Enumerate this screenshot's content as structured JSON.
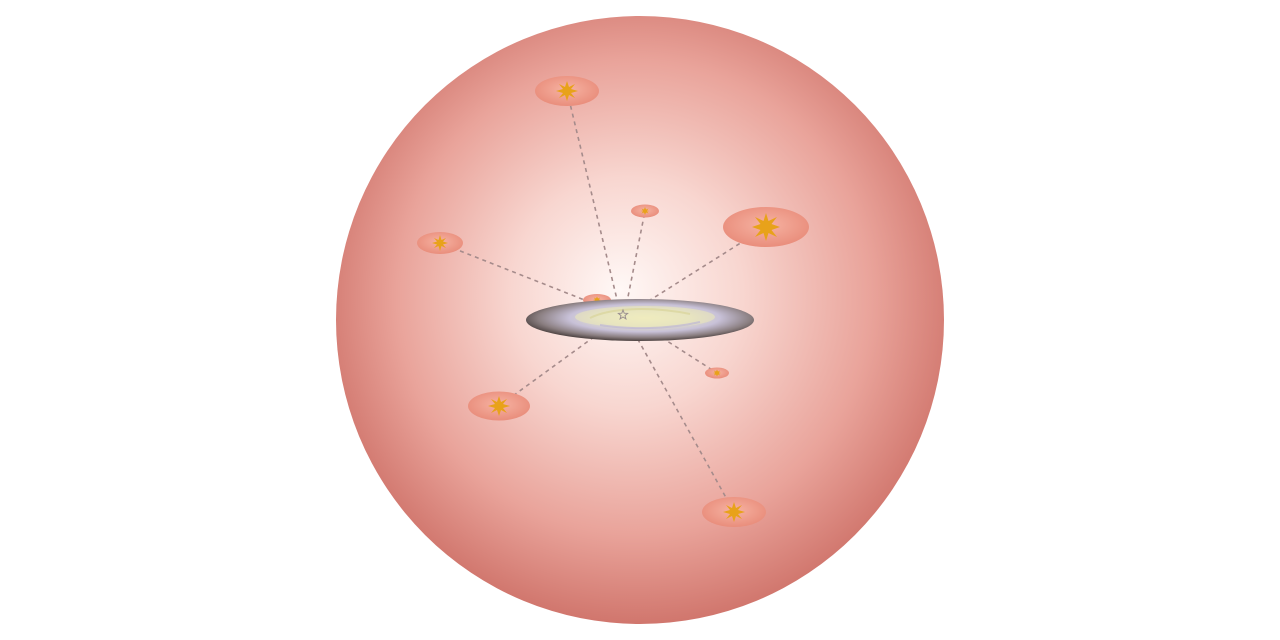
{
  "diagram": {
    "colors": {
      "background": "#ffffff",
      "halo_center": "#fff7f5",
      "halo_mid": "#f3bdb6",
      "halo_edge": "#cf736a",
      "satellite_fill": "#ee9c8c",
      "satellite_star": "#e8a21a",
      "connector": "#a88c8c",
      "disk_core": "#f4f0c8",
      "disk_mid": "#c9c2dc",
      "disk_edge": "#5e5150"
    },
    "central_galaxy": {
      "name": "galaxy-disk",
      "star_icon": "star-icon"
    },
    "satellites": [
      {
        "name": "satellite-top",
        "icon": "star-burst-icon"
      },
      {
        "name": "satellite-small-top",
        "icon": "star-burst-icon"
      },
      {
        "name": "satellite-upper-right",
        "icon": "star-burst-icon"
      },
      {
        "name": "satellite-left",
        "icon": "star-burst-icon"
      },
      {
        "name": "satellite-near-disk",
        "icon": "star-burst-icon"
      },
      {
        "name": "satellite-small-right",
        "icon": "star-burst-icon"
      },
      {
        "name": "satellite-lower-left",
        "icon": "star-burst-icon"
      },
      {
        "name": "satellite-bottom-right",
        "icon": "star-burst-icon"
      }
    ]
  }
}
